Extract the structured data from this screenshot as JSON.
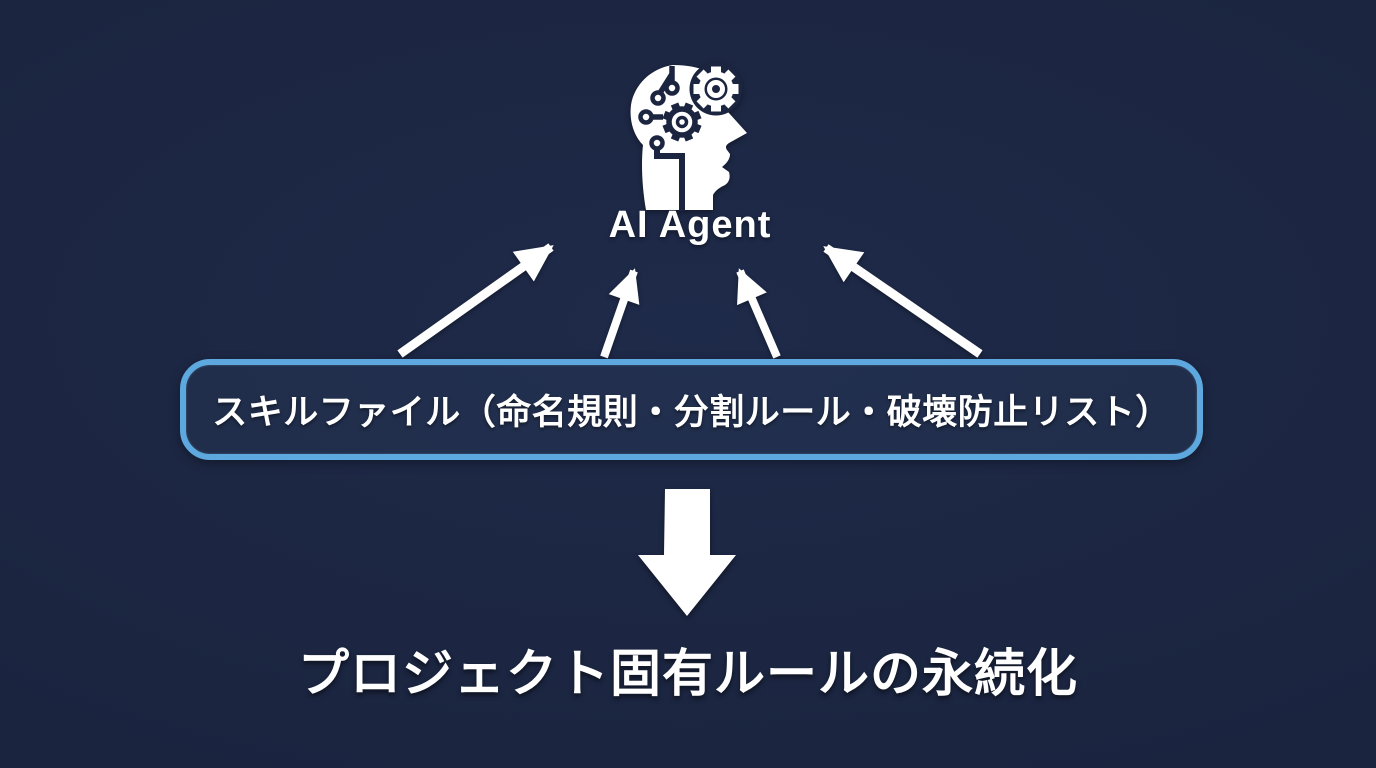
{
  "meta": {
    "kind": "infographic-diagram",
    "language": "ja"
  },
  "colors": {
    "background": "#1b2540",
    "box_border": "#5da8de",
    "foreground": "#ffffff"
  },
  "agent": {
    "label": "AI Agent",
    "icon": "ai-head-circuit-gears"
  },
  "skill_box": {
    "label": "スキルファイル（命名規則・分割ルール・破壊防止リスト）"
  },
  "outcome": {
    "label": "プロジェクト固有ルールの永続化"
  },
  "flow": {
    "up_arrows": [
      "skill-box-to-agent-outer-left",
      "skill-box-to-agent-inner-left",
      "skill-box-to-agent-inner-right",
      "skill-box-to-agent-outer-right"
    ],
    "down_arrow": "skill-box-to-outcome"
  }
}
